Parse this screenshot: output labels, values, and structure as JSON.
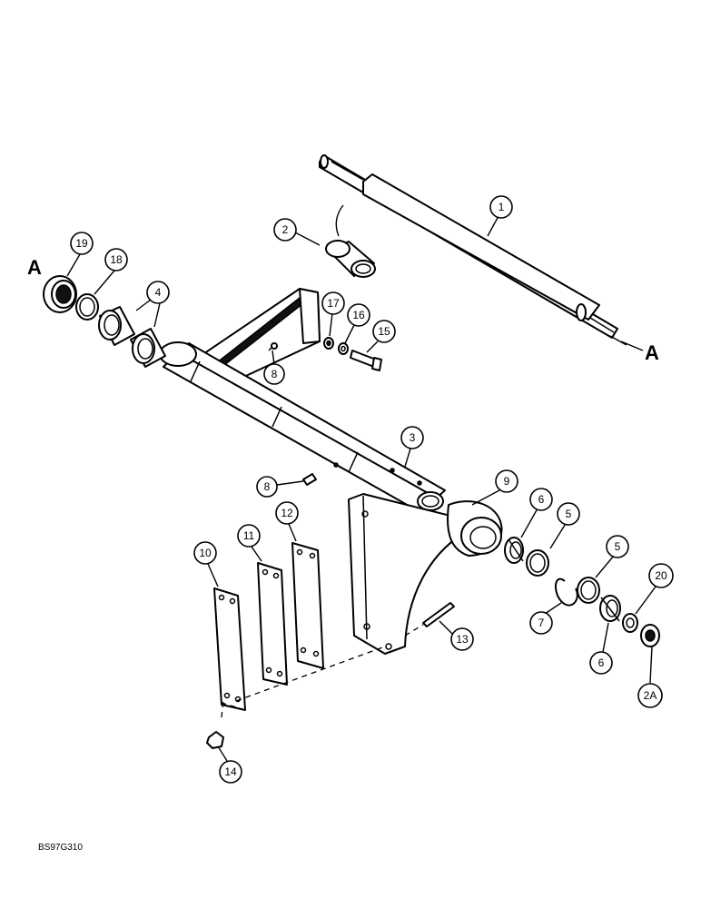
{
  "diagram": {
    "document_code": "BS97G310",
    "section_markers": [
      "A",
      "A"
    ],
    "callouts": [
      "1",
      "2",
      "3",
      "4",
      "5",
      "5",
      "6",
      "6",
      "7",
      "8",
      "8",
      "9",
      "10",
      "11",
      "12",
      "13",
      "14",
      "15",
      "16",
      "17",
      "18",
      "19",
      "20",
      "2A"
    ]
  }
}
